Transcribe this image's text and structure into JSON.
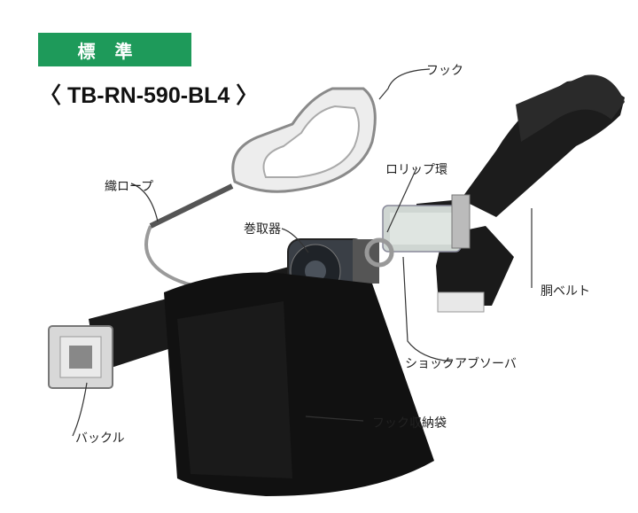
{
  "badge": {
    "text": "標準"
  },
  "model": {
    "text": "〈 TB-RN-590-BL4 〉"
  },
  "labels": {
    "hook": "フック",
    "rope": "織ロープ",
    "ring": "ロリップ環",
    "reel": "巻取器",
    "belt": "胴ベルト",
    "absorber": "ショックアブソーバ",
    "pouch": "フック収納袋",
    "buckle": "バックル"
  }
}
